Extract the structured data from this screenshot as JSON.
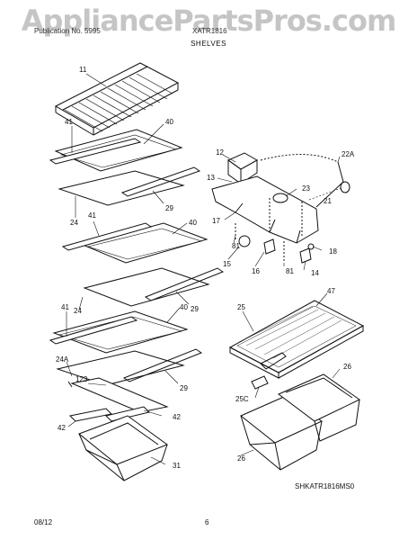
{
  "watermark": "AppliancePartsPros.com",
  "header": {
    "left": "Publication No. 5995",
    "right": "XATR1816",
    "section_title": "SHELVES"
  },
  "diagram_code": "SHKATR1816MS0",
  "footer": {
    "date": "08/12",
    "page": "6"
  },
  "callouts": [
    {
      "key": "c11",
      "text": "11"
    },
    {
      "key": "c41a",
      "text": "41"
    },
    {
      "key": "c40a",
      "text": "40"
    },
    {
      "key": "c29a",
      "text": "29"
    },
    {
      "key": "c24a",
      "text": "24"
    },
    {
      "key": "c41b",
      "text": "41"
    },
    {
      "key": "c40b",
      "text": "40"
    },
    {
      "key": "c29b",
      "text": "29"
    },
    {
      "key": "c24b",
      "text": "24"
    },
    {
      "key": "c41c",
      "text": "41"
    },
    {
      "key": "c40c",
      "text": "40"
    },
    {
      "key": "c29c",
      "text": "29"
    },
    {
      "key": "c24A",
      "text": "24A"
    },
    {
      "key": "c123",
      "text": "123"
    },
    {
      "key": "c42a",
      "text": "42"
    },
    {
      "key": "c42b",
      "text": "42"
    },
    {
      "key": "c31",
      "text": "31"
    },
    {
      "key": "c12",
      "text": "12"
    },
    {
      "key": "c13",
      "text": "13"
    },
    {
      "key": "c22A",
      "text": "22A"
    },
    {
      "key": "c23",
      "text": "23"
    },
    {
      "key": "c21",
      "text": "21"
    },
    {
      "key": "c17",
      "text": "17"
    },
    {
      "key": "c81a",
      "text": "81"
    },
    {
      "key": "c81b",
      "text": "81"
    },
    {
      "key": "c18",
      "text": "18"
    },
    {
      "key": "c15",
      "text": "15"
    },
    {
      "key": "c16",
      "text": "16"
    },
    {
      "key": "c14",
      "text": "14"
    },
    {
      "key": "c47",
      "text": "47"
    },
    {
      "key": "c25",
      "text": "25"
    },
    {
      "key": "c26a",
      "text": "26"
    },
    {
      "key": "c25C",
      "text": "25C"
    },
    {
      "key": "c26b",
      "text": "26"
    }
  ]
}
